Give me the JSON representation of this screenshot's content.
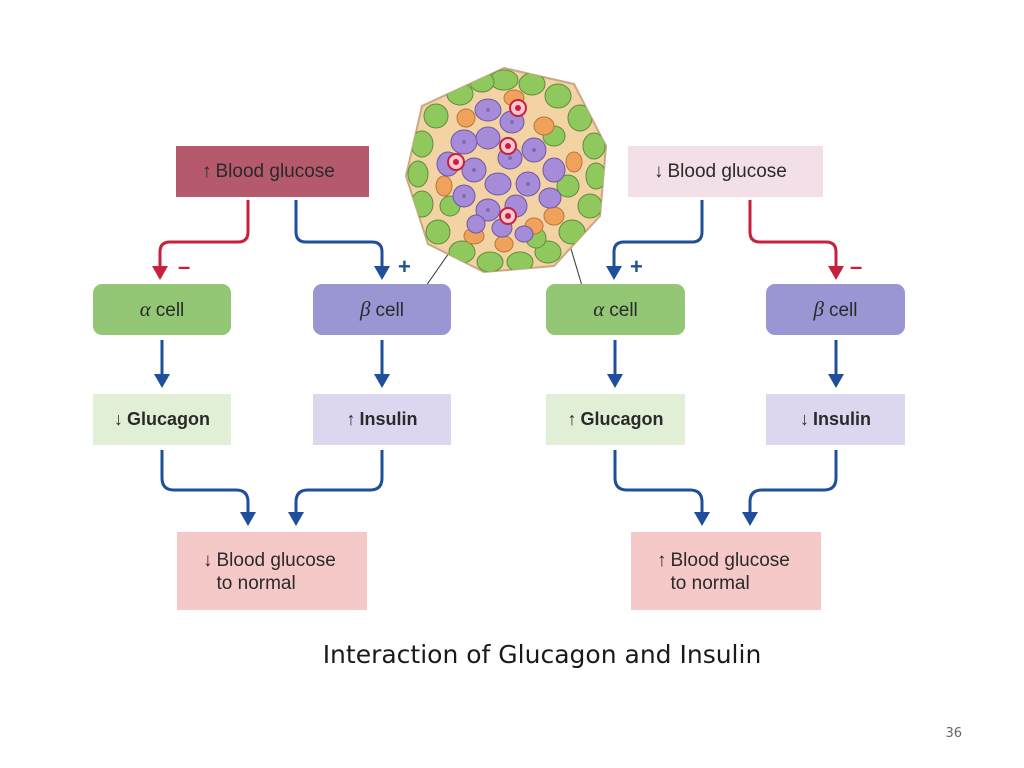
{
  "top_left": {
    "arrow": "↑",
    "text": "Blood glucose"
  },
  "top_right": {
    "arrow": "↓",
    "text": "Blood glucose"
  },
  "left_branch": {
    "alpha_cell": {
      "greek": "α",
      "text": "cell"
    },
    "beta_cell": {
      "greek": "β",
      "text": "cell"
    },
    "glucagon": {
      "arrow": "↓",
      "text": "Glucagon"
    },
    "insulin": {
      "arrow": "↑",
      "text": "Insulin"
    },
    "result": {
      "arrow": "↓",
      "line1": "Blood glucose",
      "line2": "to normal"
    },
    "alpha_sign": "–",
    "beta_sign": "+"
  },
  "right_branch": {
    "alpha_cell": {
      "greek": "α",
      "text": "cell"
    },
    "beta_cell": {
      "greek": "β",
      "text": "cell"
    },
    "glucagon": {
      "arrow": "↑",
      "text": "Glucagon"
    },
    "insulin": {
      "arrow": "↓",
      "text": "Insulin"
    },
    "result": {
      "arrow": "↑",
      "line1": "Blood glucose",
      "line2": "to normal"
    },
    "alpha_sign": "+",
    "beta_sign": "–"
  },
  "caption": "Interaction of Glucagon and Insulin",
  "page_number": "36",
  "colors": {
    "inhibit_arrow": "#c8203c",
    "stimulate_arrow": "#1f4f9a",
    "alpha_cell": "#93c675",
    "beta_cell": "#9a96d4"
  },
  "icons": {
    "islet": "pancreatic-islet-illustration"
  }
}
